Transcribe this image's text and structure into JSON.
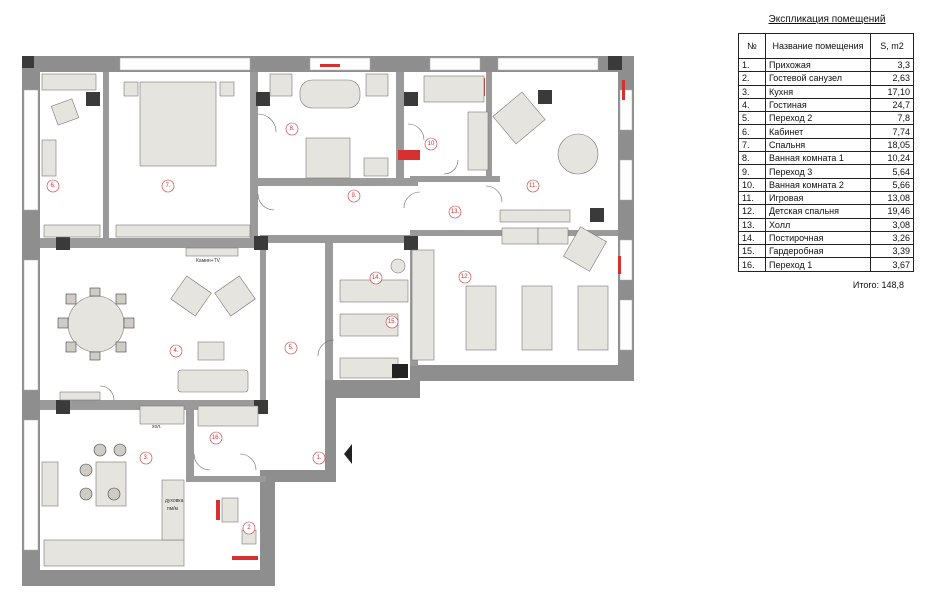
{
  "legend": {
    "title": "Экспликация помещений",
    "headers": {
      "num": "№",
      "name": "Название помещения",
      "area": "S, m2"
    },
    "rows": [
      {
        "num": "1.",
        "name": "Прихожая",
        "area": "3,3"
      },
      {
        "num": "2.",
        "name": "Гостевой санузел",
        "area": "2,63"
      },
      {
        "num": "3.",
        "name": "Кухня",
        "area": "17,10"
      },
      {
        "num": "4.",
        "name": "Гостиная",
        "area": "24,7"
      },
      {
        "num": "5.",
        "name": "Переход 2",
        "area": "7,8"
      },
      {
        "num": "6.",
        "name": "Кабинет",
        "area": "7,74"
      },
      {
        "num": "7.",
        "name": "Спальня",
        "area": "18,05"
      },
      {
        "num": "8.",
        "name": "Ванная комната 1",
        "area": "10,24"
      },
      {
        "num": "9.",
        "name": "Переход 3",
        "area": "5,64"
      },
      {
        "num": "10.",
        "name": "Ванная комната 2",
        "area": "5,66"
      },
      {
        "num": "11.",
        "name": "Игровая",
        "area": "13,08"
      },
      {
        "num": "12.",
        "name": "Детская спальня",
        "area": "19,46"
      },
      {
        "num": "13.",
        "name": "Холл",
        "area": "3,08"
      },
      {
        "num": "14.",
        "name": "Постирочная",
        "area": "3,26"
      },
      {
        "num": "15.",
        "name": "Гардеробная",
        "area": "3,39"
      },
      {
        "num": "16.",
        "name": "Переход 1",
        "area": "3,67"
      }
    ],
    "total": "Итого:  148,8"
  },
  "plan": {
    "room_markers": {
      "r1": "1.",
      "r2": "2",
      "r3": "3.",
      "r4": "4.",
      "r5": "5.",
      "r6": "6.",
      "r7": "7.",
      "r8": "8.",
      "r9": "9.",
      "r10": "10",
      "r11": "11.",
      "r12": "12.",
      "r13": "13.",
      "r14": "14.",
      "r15": "15.",
      "r16": "16."
    },
    "annotations": {
      "tv": "Камин+TV",
      "hol": "хол.",
      "oven_line1": "духовка",
      "oven_line2": "пм/м"
    },
    "colors": {
      "wall": "#8e8e8e",
      "column": "#3a3a3a",
      "accent": "#d63030",
      "furniture": "#e6e4df"
    }
  }
}
